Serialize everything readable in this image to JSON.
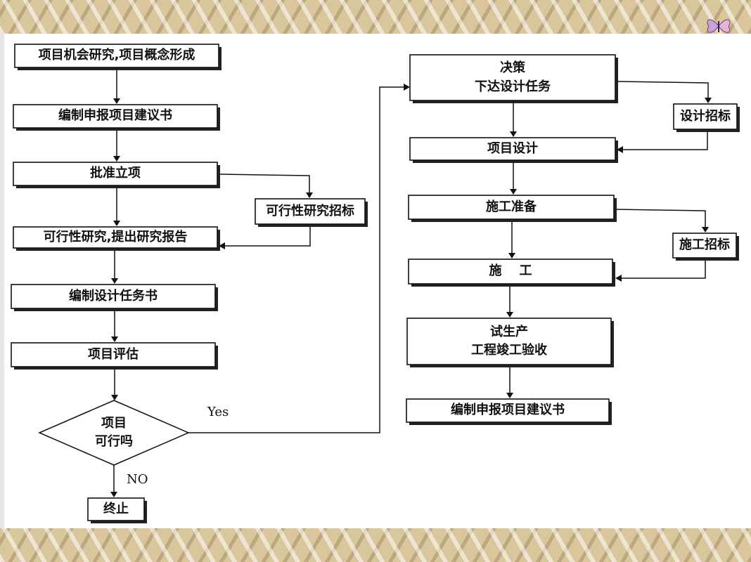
{
  "nodes": {
    "n1": "项目机会研究,项目概念形成",
    "n2": "编制申报项目建议书",
    "n3": "批准立项",
    "n4": "可行性研究,提出研究报告",
    "n5": "编制设计任务书",
    "n6": "项目评估",
    "n7_line1": "项目",
    "n7_line2": "可行吗",
    "n8": "终止",
    "side1": "可行性研究招标",
    "r1_line1": "决策",
    "r1_line2": "下达设计任务",
    "r2": "项目设计",
    "r3": "施工准备",
    "r4": "施    工",
    "r5_line1": "试生产",
    "r5_line2": "工程竣工验收",
    "r6": "编制申报项目建议书",
    "side2": "设计招标",
    "side3": "施工招标"
  },
  "edges": {
    "yes": "Yes",
    "no": "NO"
  }
}
